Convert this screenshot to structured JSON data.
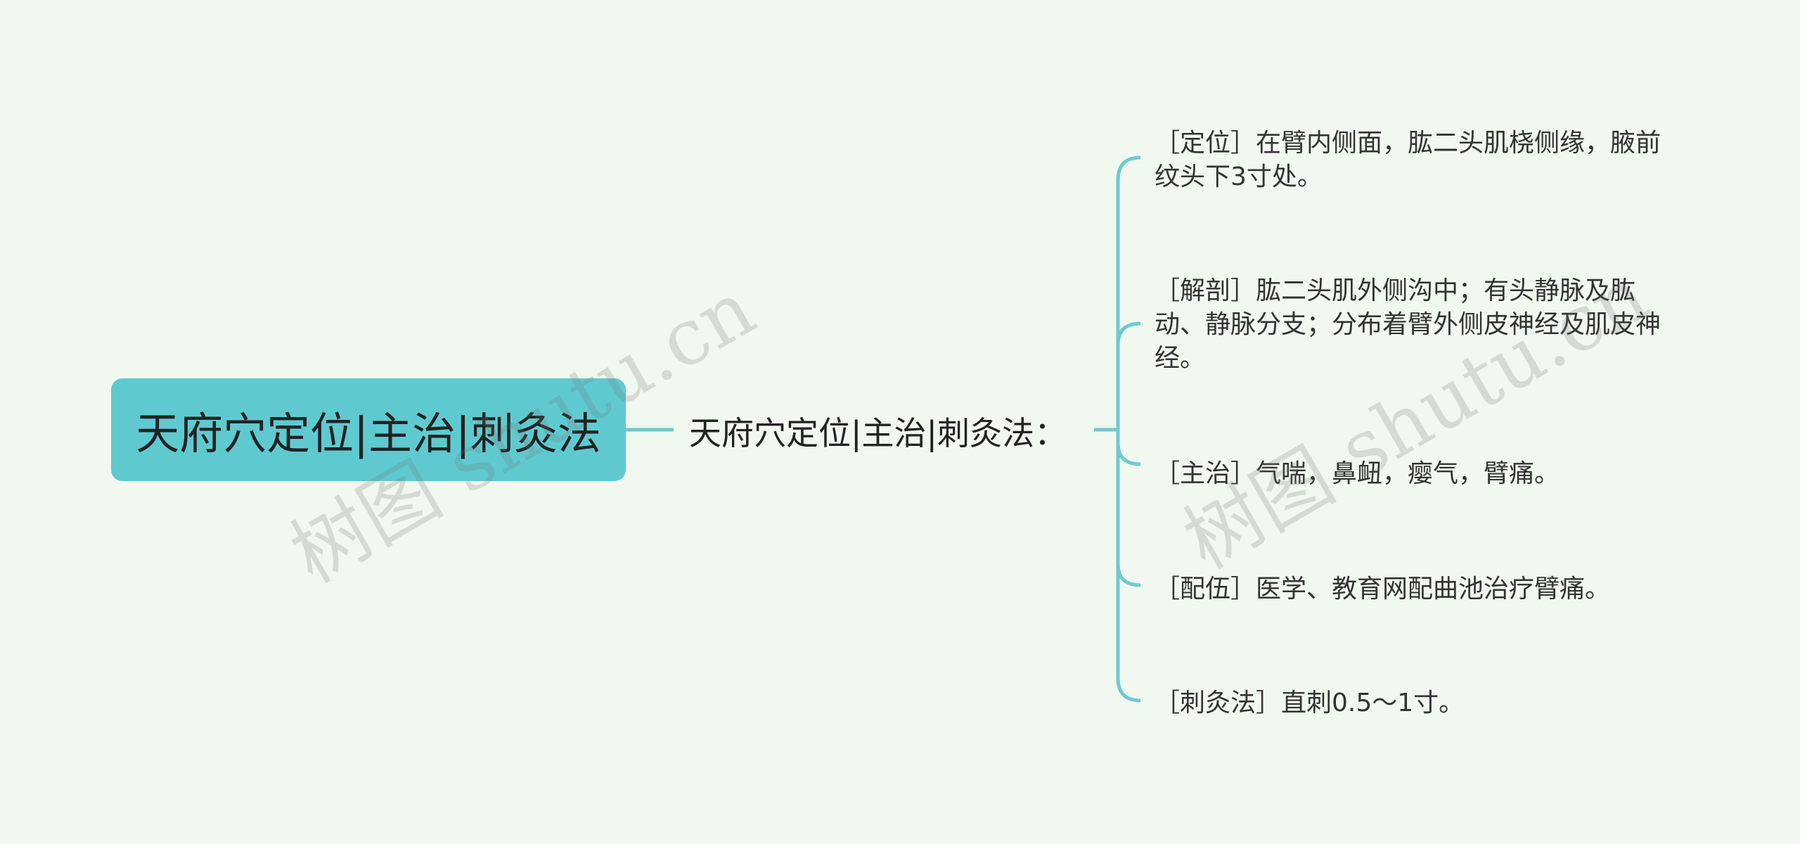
{
  "root": {
    "label": "天府穴定位|主治|刺灸法"
  },
  "branch": {
    "label": "天府穴定位|主治|刺灸法："
  },
  "leaves": [
    {
      "text": "［定位］在臂内侧面，肱二头肌桡侧缘，腋前纹头下3寸处。"
    },
    {
      "text": "［解剖］肱二头肌外侧沟中；有头静脉及肱动、静脉分支；分布着臂外侧皮神经及肌皮神经。"
    },
    {
      "text": "［主治］气喘，鼻衄，瘿气，臂痛。"
    },
    {
      "text": "［配伍］医学、教育网配曲池治疗臂痛。"
    },
    {
      "text": "［刺灸法］直刺0.5～1寸。"
    }
  ],
  "watermark": {
    "text": "树图 shutu.cn"
  },
  "colors": {
    "background": "#f0f8ef",
    "root_fill": "#5ecad0",
    "connector": "#6fc9cf"
  }
}
